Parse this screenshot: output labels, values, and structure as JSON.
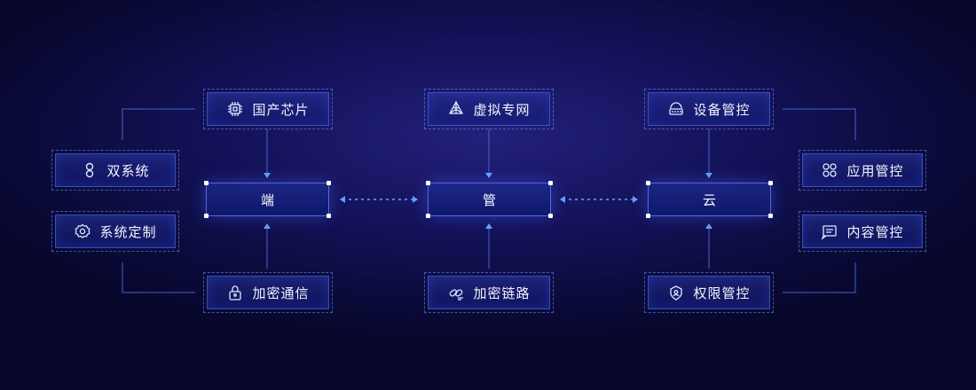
{
  "center": {
    "left": "端",
    "middle": "管",
    "right": "云"
  },
  "left_top": {
    "label": "国产芯片",
    "icon": "chip-icon"
  },
  "left_bottom": {
    "label": "加密通信",
    "icon": "lock-icon"
  },
  "mid_top": {
    "label": "虚拟专网",
    "icon": "network-icon"
  },
  "mid_bottom": {
    "label": "加密链路",
    "icon": "link-icon"
  },
  "right_top": {
    "label": "设备管控",
    "icon": "device-icon"
  },
  "right_bottom": {
    "label": "权限管控",
    "icon": "shield-icon"
  },
  "far_left": [
    {
      "label": "双系统",
      "icon": "dual-system-icon"
    },
    {
      "label": "系统定制",
      "icon": "gear-icon"
    }
  ],
  "far_right": [
    {
      "label": "应用管控",
      "icon": "apps-icon"
    },
    {
      "label": "内容管控",
      "icon": "content-icon"
    }
  ],
  "colors": {
    "line": "#4a6fd8",
    "box_border": "#5a78e6",
    "accent": "#6aa0ff"
  }
}
